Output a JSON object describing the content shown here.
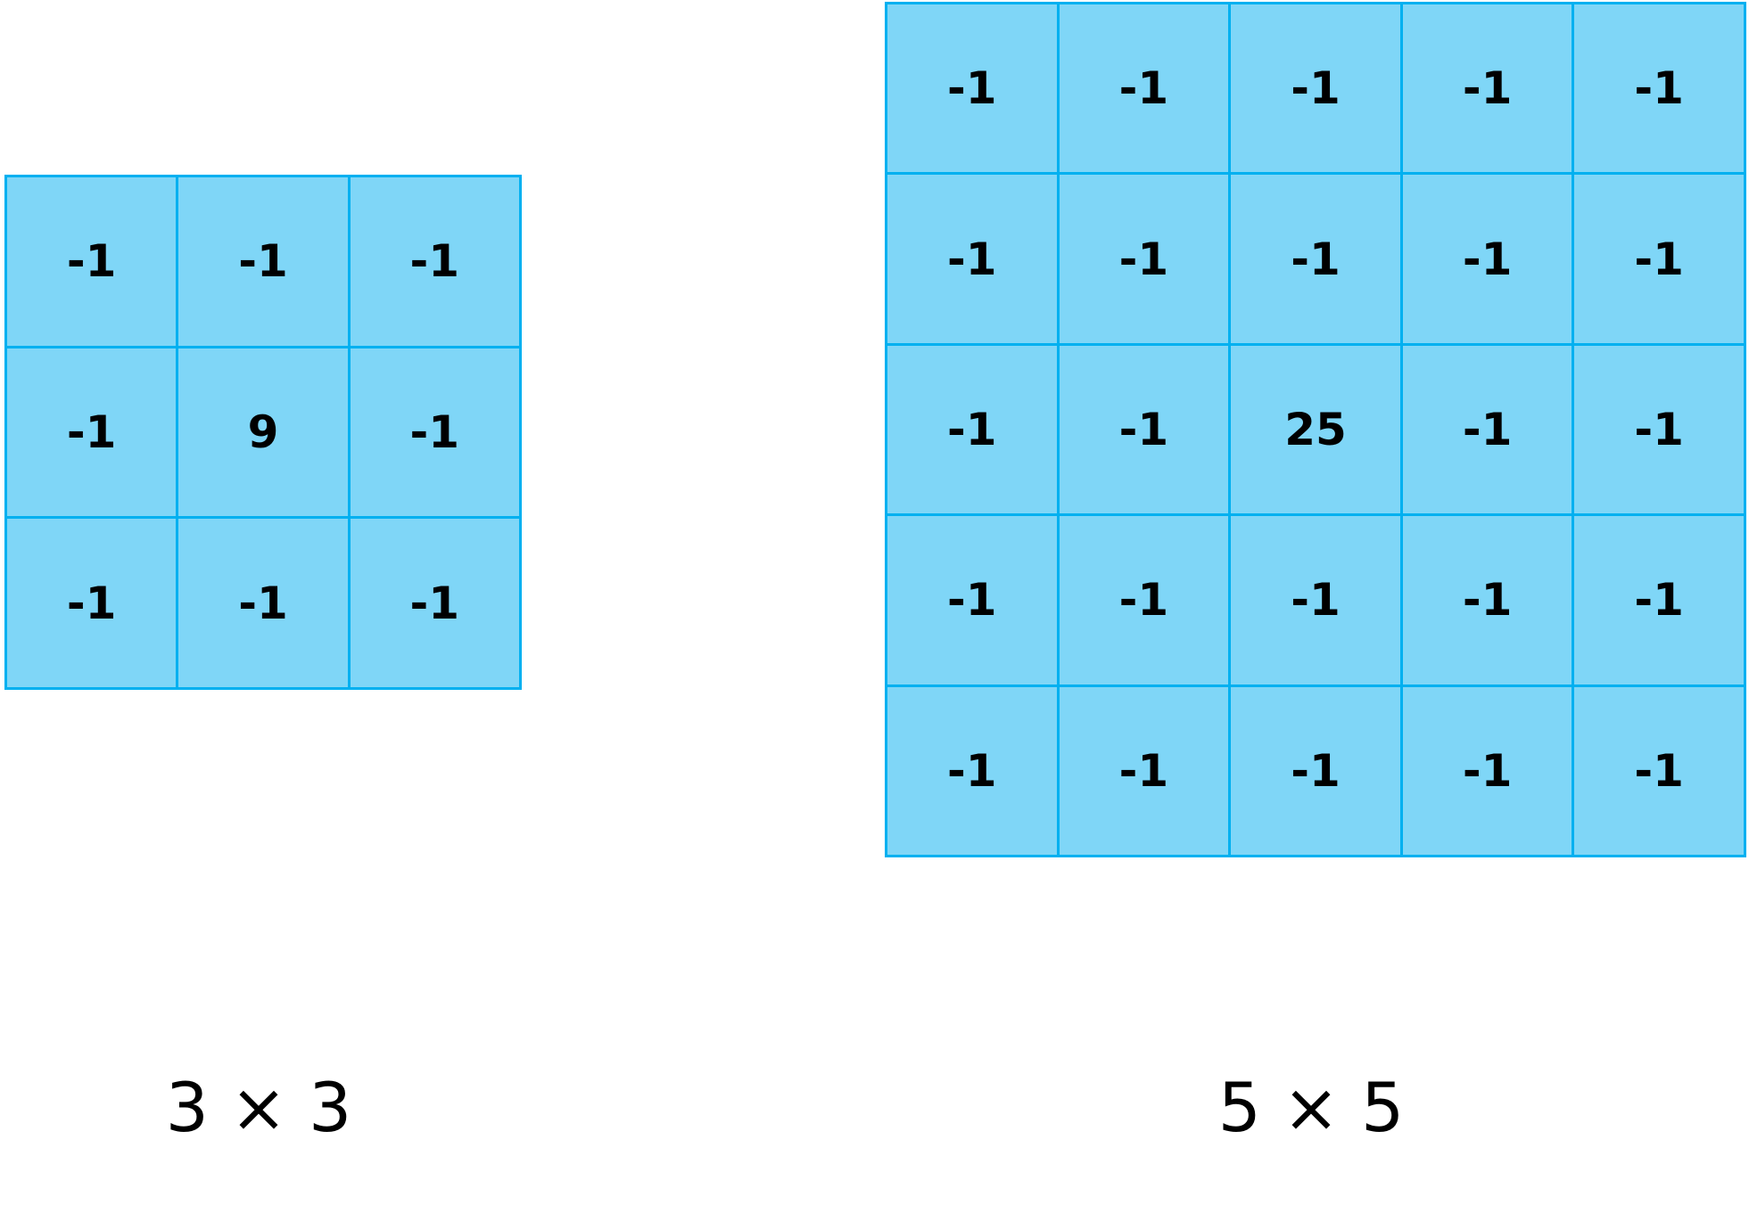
{
  "matrices": [
    {
      "caption": "3 × 3",
      "size": 3,
      "cells": [
        "-1",
        "-1",
        "-1",
        "-1",
        "9",
        "-1",
        "-1",
        "-1",
        "-1"
      ]
    },
    {
      "caption": "5 × 5",
      "size": 5,
      "cells": [
        "-1",
        "-1",
        "-1",
        "-1",
        "-1",
        "-1",
        "-1",
        "-1",
        "-1",
        "-1",
        "-1",
        "-1",
        "25",
        "-1",
        "-1",
        "-1",
        "-1",
        "-1",
        "-1",
        "-1",
        "-1",
        "-1",
        "-1",
        "-1",
        "-1"
      ]
    }
  ],
  "colors": {
    "grid_line": "#00b0f0",
    "cell_fill": "#7fd6f7",
    "text": "#000000"
  }
}
